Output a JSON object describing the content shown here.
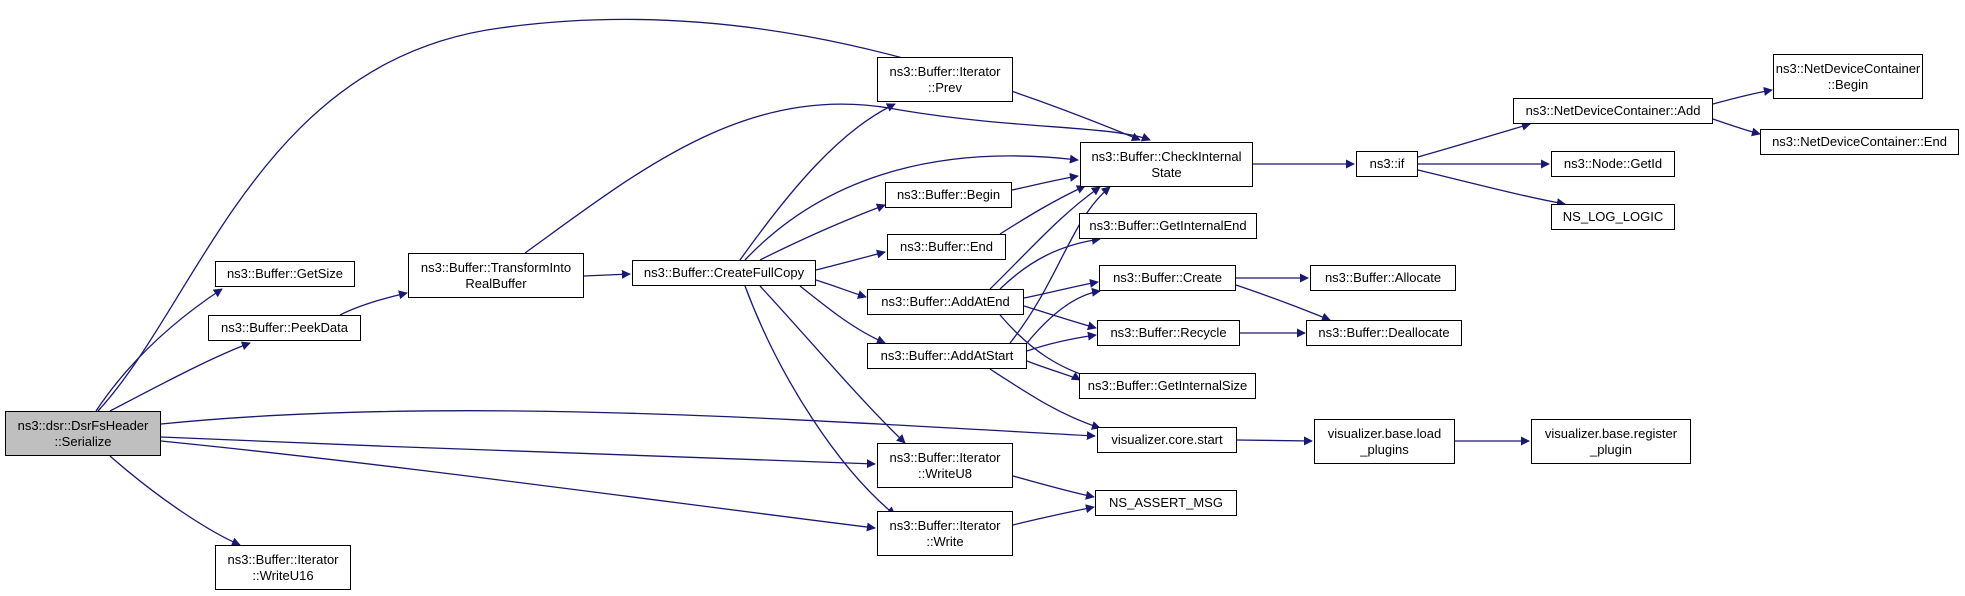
{
  "nodes": {
    "root": {
      "lines": [
        "ns3::dsr::DsrFsHeader",
        "::Serialize"
      ]
    },
    "getsize": {
      "lines": [
        "ns3::Buffer::GetSize"
      ]
    },
    "peekdata": {
      "lines": [
        "ns3::Buffer::PeekData"
      ]
    },
    "transform": {
      "lines": [
        "ns3::Buffer::TransformInto",
        "RealBuffer"
      ]
    },
    "createfull": {
      "lines": [
        "ns3::Buffer::CreateFullCopy"
      ]
    },
    "prev": {
      "lines": [
        "ns3::Buffer::Iterator",
        "::Prev"
      ]
    },
    "check": {
      "lines": [
        "ns3::Buffer::CheckInternal",
        "State"
      ]
    },
    "begin": {
      "lines": [
        "ns3::Buffer::Begin"
      ]
    },
    "end": {
      "lines": [
        "ns3::Buffer::End"
      ]
    },
    "addatend": {
      "lines": [
        "ns3::Buffer::AddAtEnd"
      ]
    },
    "addatstart": {
      "lines": [
        "ns3::Buffer::AddAtStart"
      ]
    },
    "getintend": {
      "lines": [
        "ns3::Buffer::GetInternalEnd"
      ]
    },
    "create": {
      "lines": [
        "ns3::Buffer::Create"
      ]
    },
    "recycle": {
      "lines": [
        "ns3::Buffer::Recycle"
      ]
    },
    "getintsize": {
      "lines": [
        "ns3::Buffer::GetInternalSize"
      ]
    },
    "allocate": {
      "lines": [
        "ns3::Buffer::Allocate"
      ]
    },
    "deallocate": {
      "lines": [
        "ns3::Buffer::Deallocate"
      ]
    },
    "vcstart": {
      "lines": [
        "visualizer.core.start"
      ]
    },
    "loadplug": {
      "lines": [
        "visualizer.base.load",
        "_plugins"
      ]
    },
    "regplug": {
      "lines": [
        "visualizer.base.register",
        "_plugin"
      ]
    },
    "writeu8": {
      "lines": [
        "ns3::Buffer::Iterator",
        "::WriteU8"
      ]
    },
    "write": {
      "lines": [
        "ns3::Buffer::Iterator",
        "::Write"
      ]
    },
    "assert": {
      "lines": [
        "NS_ASSERT_MSG"
      ]
    },
    "writeu16": {
      "lines": [
        "ns3::Buffer::Iterator",
        "::WriteU16"
      ]
    },
    "nsif": {
      "lines": [
        "ns3::if"
      ]
    },
    "ndcadd": {
      "lines": [
        "ns3::NetDeviceContainer::Add"
      ]
    },
    "getid": {
      "lines": [
        "ns3::Node::GetId"
      ]
    },
    "nslog": {
      "lines": [
        "NS_LOG_LOGIC"
      ]
    },
    "ndcbegin": {
      "lines": [
        "ns3::NetDeviceContainer",
        "::Begin"
      ]
    },
    "ndcend": {
      "lines": [
        "ns3::NetDeviceContainer::End"
      ]
    }
  },
  "colors": {
    "edge": "#191970",
    "root_fill": "#bfbfbf",
    "node_fill": "#ffffff",
    "border": "#000000"
  }
}
